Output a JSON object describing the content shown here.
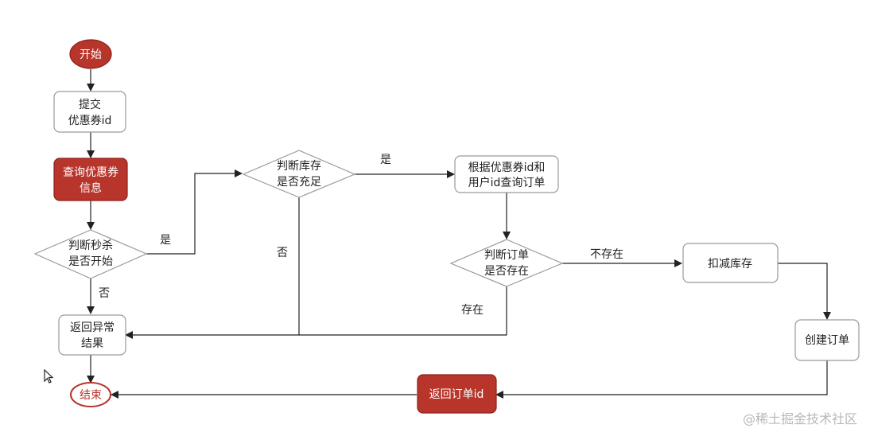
{
  "nodes": {
    "start": "开始",
    "submit": [
      "提交",
      "优惠券id"
    ],
    "query_coupon": [
      "查询优惠券",
      "信息"
    ],
    "check_seckill": [
      "判断秒杀",
      "是否开始"
    ],
    "check_stock": [
      "判断库存",
      "是否充足"
    ],
    "query_order": [
      "根据优惠券id和",
      "用户id查询订单"
    ],
    "check_order": [
      "判断订单",
      "是否存在"
    ],
    "deduct_stock": "扣减库存",
    "create_order": "创建订单",
    "return_order_id": "返回订单id",
    "return_error": [
      "返回异常",
      "结果"
    ],
    "end": "结束"
  },
  "edge_labels": {
    "seckill_yes": "是",
    "seckill_no": "否",
    "stock_yes": "是",
    "stock_no": "否",
    "order_not_exists": "不存在",
    "order_exists": "存在"
  },
  "watermark": "@稀土掘金技术社区",
  "colors": {
    "accent_red": "#b8352b",
    "border_gray": "#9a9a9a",
    "line": "#222222"
  }
}
